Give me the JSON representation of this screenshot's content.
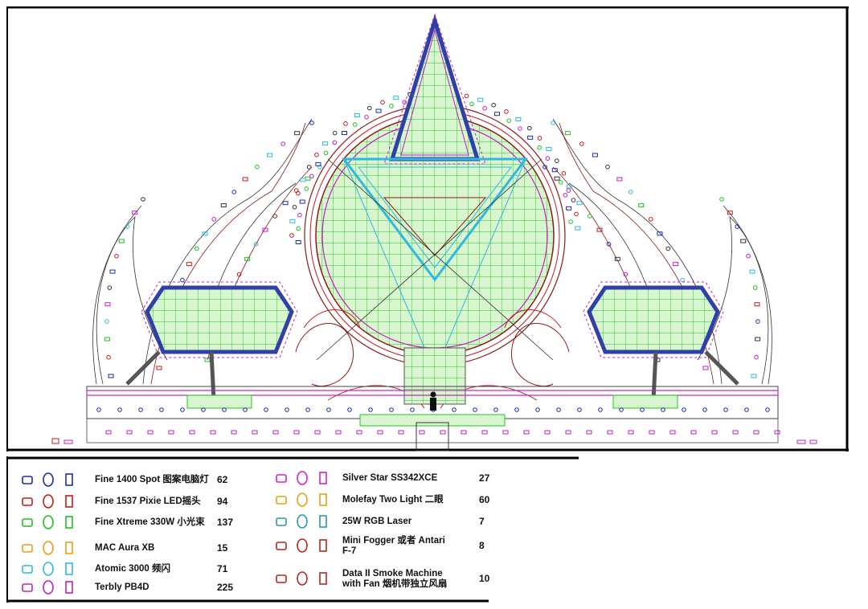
{
  "legend": {
    "left_column": [
      {
        "name": "Fine 1400 Spot 图案电脑灯",
        "count": "62",
        "color": "#1a2bb0",
        "icons": [
          "spot-fixture-icon",
          "moving-head-icon",
          "tall-spot-icon"
        ]
      },
      {
        "name": "Fine 1537 Pixie LED摇头",
        "count": "94",
        "color": "#c41a1a",
        "icons": [
          "led-wash-icon",
          "pixie-head-icon",
          "tall-led-icon"
        ]
      },
      {
        "name": "Fine Xtreme 330W 小光束",
        "count": "137",
        "color": "#1fbf1f",
        "icons": [
          "beam-fixture-icon",
          "beam-head-icon",
          "tall-beam-icon"
        ]
      },
      {
        "name": "MAC Aura XB",
        "count": "15",
        "color": "#e8a010",
        "icons": [
          "aura-wash-icon",
          "aura-head-icon",
          "aura-yoke-icon"
        ]
      },
      {
        "name": "Atomic 3000 频闪",
        "count": "71",
        "color": "#2fb8e0",
        "icons": [
          "strobe-icon",
          "strobe-bar-icon",
          "strobe-round-icon"
        ]
      },
      {
        "name": "Terbly PB4D",
        "count": "225",
        "color": "#c020c0",
        "icons": [
          "pixel-bar-icon",
          "pixel-bar-angle-icon",
          "pixel-heart-icon"
        ]
      }
    ],
    "right_column": [
      {
        "name": "Silver Star SS342XCE",
        "count": "27",
        "color": "#d020d0",
        "icons": [
          "flood-icon",
          "flood-oval-icon",
          "flood-tri-icon"
        ]
      },
      {
        "name": "Molefay Two Light 二眼",
        "count": "60",
        "color": "#e8a010",
        "icons": [
          "blinder-icon",
          "blinder-side-icon",
          "blinder-small-icon"
        ]
      },
      {
        "name": "25W RGB Laser",
        "count": "7",
        "color": "#2a9aa8",
        "icons": [
          "laser-icon",
          "laser-tall-icon",
          "laser-slim-icon"
        ]
      },
      {
        "name": "Mini Fogger 或者 Antari F-7",
        "count": "8",
        "color": "#b02a20",
        "icons": [
          "fogger-icon",
          "fogger-tall-icon",
          "fogger-box-icon"
        ]
      },
      {
        "name": "Data II Smoke Machine with Fan 烟机带独立风扇",
        "count": "10",
        "color": "#b02a20",
        "icons": [
          "smoke-fan-icon",
          "smoke-box-icon",
          "smoke-wide-icon"
        ]
      }
    ]
  }
}
